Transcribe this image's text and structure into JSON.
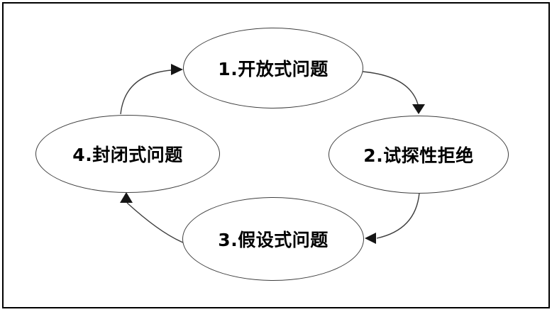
{
  "diagram": {
    "type": "cycle",
    "nodes": [
      {
        "id": "1",
        "label": "1.开放式问题"
      },
      {
        "id": "2",
        "label": "2.试探性拒绝"
      },
      {
        "id": "3",
        "label": "3.假设式问题"
      },
      {
        "id": "4",
        "label": "4.封闭式问题"
      }
    ],
    "arrows": [
      {
        "from": "1",
        "to": "2",
        "direction": "clockwise"
      },
      {
        "from": "2",
        "to": "3",
        "direction": "clockwise"
      },
      {
        "from": "3",
        "to": "4",
        "direction": "clockwise"
      },
      {
        "from": "4",
        "to": "1",
        "direction": "clockwise"
      }
    ],
    "colors": {
      "background": "#ffffff",
      "frame_border": "#000000",
      "ellipse_outline": "#3f3f3f",
      "arrow_line": "#3f3f3f",
      "arrow_head": "#151515",
      "text": "#000000"
    }
  }
}
